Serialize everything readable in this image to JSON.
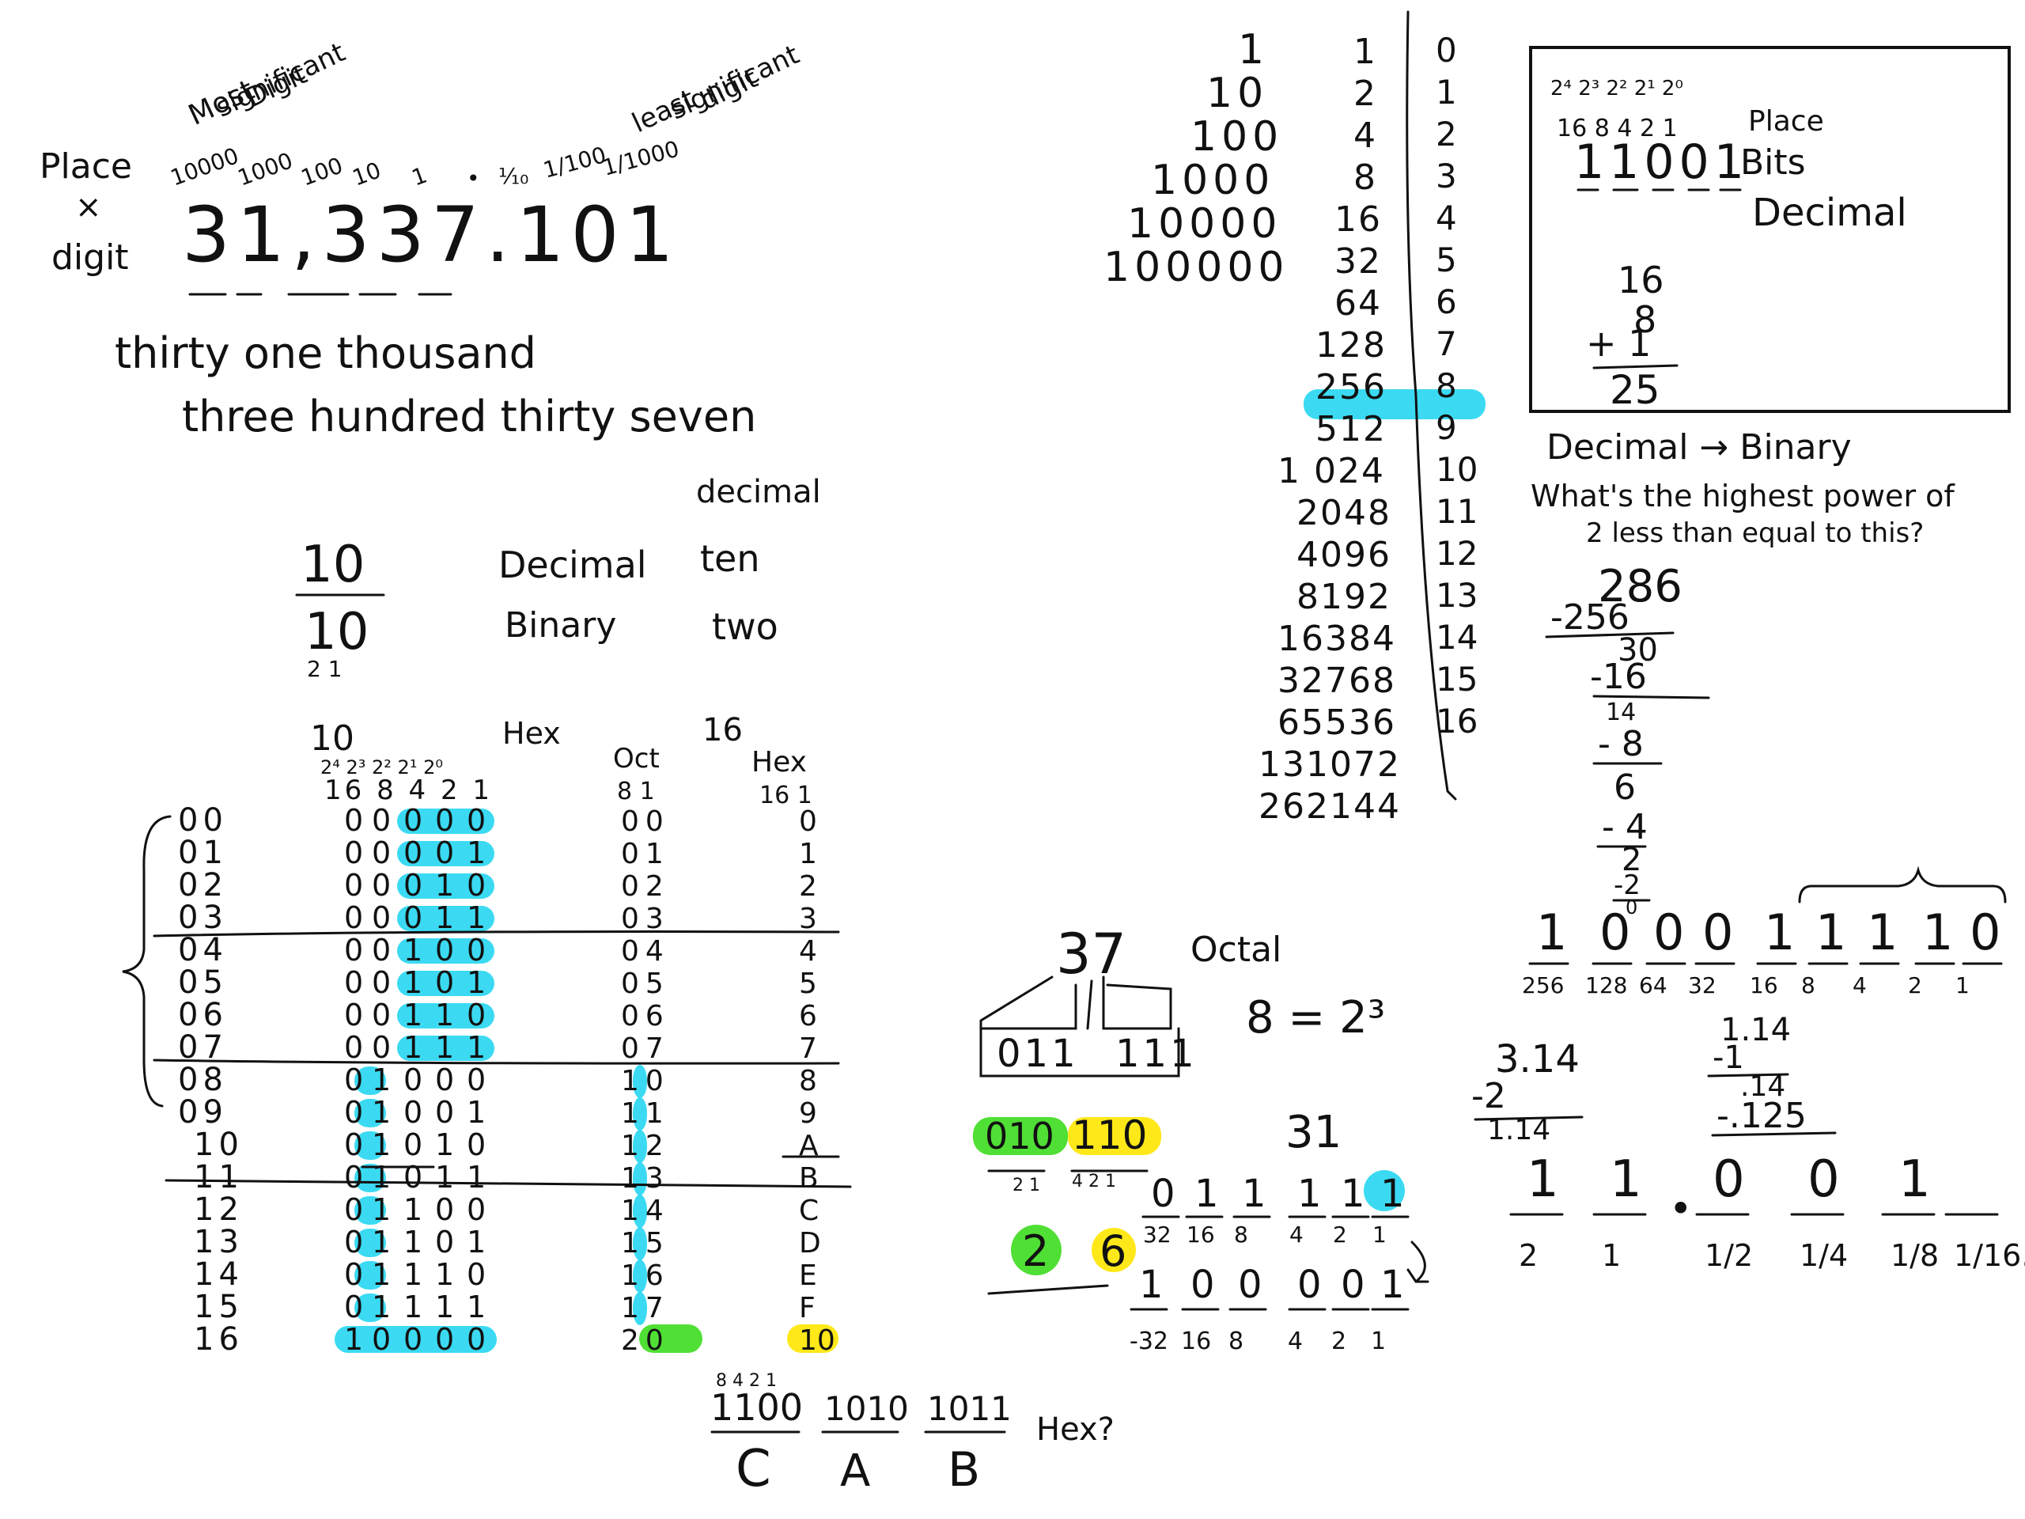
{
  "place_value": {
    "most_sig": [
      "Most",
      "significant",
      "Digit"
    ],
    "least_sig": [
      "least",
      "significant",
      "digit"
    ],
    "place": "Place",
    "x": "×",
    "digit": "digit",
    "multipliers": [
      "10000",
      "1000",
      "100",
      "10",
      "1"
    ],
    "fractions": [
      "•",
      "⅒",
      "1/100",
      "1/1000"
    ],
    "number": "31,337.101",
    "words_line1": "thirty one thousand",
    "words_line2": "three hundred thirty seven"
  },
  "base_compare": {
    "decimal_header": "decimal",
    "row1": {
      "num": "10",
      "name": "Decimal",
      "word": "ten"
    },
    "row2": {
      "num": "10",
      "name": "Binary",
      "word": "two"
    },
    "row2_sub": "2  1"
  },
  "table": {
    "header_10": "10",
    "header_hex": "Hex",
    "header_16": "16",
    "pow_labels": "2⁴ 2³ 2² 2¹ 2⁰",
    "place_vals": "16 8 4 2 1",
    "oct_header": "Oct",
    "oct_place": "8 1",
    "hex_header": "Hex",
    "hex_place": "16 1",
    "rows": [
      {
        "dec": "00",
        "bin": "00000",
        "oct": "00",
        "hex": "0"
      },
      {
        "dec": "01",
        "bin": "00001",
        "oct": "01",
        "hex": "1"
      },
      {
        "dec": "02",
        "bin": "00010",
        "oct": "02",
        "hex": "2"
      },
      {
        "dec": "03",
        "bin": "00011",
        "oct": "03",
        "hex": "3"
      },
      {
        "dec": "04",
        "bin": "00100",
        "oct": "04",
        "hex": "4"
      },
      {
        "dec": "05",
        "bin": "00101",
        "oct": "05",
        "hex": "5"
      },
      {
        "dec": "06",
        "bin": "00110",
        "oct": "06",
        "hex": "6"
      },
      {
        "dec": "07",
        "bin": "00111",
        "oct": "07",
        "hex": "7"
      },
      {
        "dec": "08",
        "bin": "01000",
        "oct": "10",
        "hex": "8"
      },
      {
        "dec": "09",
        "bin": "01001",
        "oct": "11",
        "hex": "9"
      },
      {
        "dec": "10",
        "bin": "01010",
        "oct": "12",
        "hex": "A"
      },
      {
        "dec": "11",
        "bin": "01011",
        "oct": "13",
        "hex": "B"
      },
      {
        "dec": "12",
        "bin": "01100",
        "oct": "14",
        "hex": "C"
      },
      {
        "dec": "13",
        "bin": "01101",
        "oct": "15",
        "hex": "D"
      },
      {
        "dec": "14",
        "bin": "01110",
        "oct": "16",
        "hex": "E"
      },
      {
        "dec": "15",
        "bin": "01111",
        "oct": "17",
        "hex": "F"
      },
      {
        "dec": "16",
        "bin": "10000",
        "oct": "20",
        "hex": "10"
      }
    ]
  },
  "hex_example": {
    "place": "8 4 2 1",
    "groups": [
      "1100",
      "1010",
      "1011"
    ],
    "letters": [
      "C",
      "A",
      "B"
    ],
    "question": "Hex?"
  },
  "octal": {
    "num": "37",
    "label": "Octal",
    "eq": "8 = 2³",
    "bits_left": "011",
    "bits_right": "111",
    "green_bits": "010",
    "yellow_bits": "110",
    "green_place": "2 1",
    "yellow_place": "4 2 1",
    "green_digit": "2",
    "yellow_digit": "6"
  },
  "thirty_one": {
    "num": "31",
    "bits1": [
      "0",
      "1",
      "1",
      "1",
      "1",
      "1"
    ],
    "place1": [
      "32",
      "16",
      "8",
      "4",
      "2",
      "1"
    ],
    "bits2": [
      "1",
      "0",
      "0",
      "0",
      "0",
      "1"
    ],
    "place2": [
      "-32",
      "16",
      "8",
      "4",
      "2",
      "1"
    ]
  },
  "powers": {
    "tens": [
      "1",
      "10",
      "100",
      "1000",
      "10000",
      "100000"
    ],
    "twos": [
      "1",
      "2",
      "4",
      "8",
      "16",
      "32",
      "64",
      "128",
      "256",
      "512",
      "1 024",
      "2048",
      "4096",
      "8192",
      "16384",
      "32768",
      "65536",
      "131072",
      "262144"
    ],
    "exps": [
      "0",
      "1",
      "2",
      "3",
      "4",
      "5",
      "6",
      "7",
      "8",
      "9",
      "10",
      "11",
      "12",
      "13",
      "14",
      "15",
      "16"
    ]
  },
  "box": {
    "pows": "2⁴ 2³ 2² 2¹ 2⁰",
    "places": "16 8 4 2 1",
    "bits": "11001",
    "label_place": "Place",
    "label_bits": "Bits",
    "label_decimal": "Decimal",
    "sum": [
      "16",
      "8",
      "+ 1",
      "25"
    ]
  },
  "convert": {
    "title": "Decimal → Binary",
    "question1": "What's the highest power of",
    "question2": "2 less than equal to this?",
    "steps": [
      "286",
      "-256",
      "30",
      "-16",
      "14",
      "- 8",
      "6",
      "- 4",
      "2",
      "-2",
      "0"
    ],
    "bits": [
      "1",
      "0",
      "0",
      "0",
      "1",
      "1",
      "1",
      "1",
      "0"
    ],
    "places": [
      "256",
      "128",
      "64",
      "32",
      "16",
      "8",
      "4",
      "2",
      "1"
    ]
  },
  "fraction": {
    "left": [
      "3.14",
      "-2",
      "1.14"
    ],
    "right": [
      "1.14",
      "-1",
      ".14",
      "-.125"
    ],
    "bits": [
      "1",
      "1",
      "•",
      "0",
      "0",
      "1",
      ""
    ],
    "places": [
      "2",
      "1",
      "",
      "1/2",
      "1/4",
      "1/8",
      "1/16..."
    ]
  }
}
